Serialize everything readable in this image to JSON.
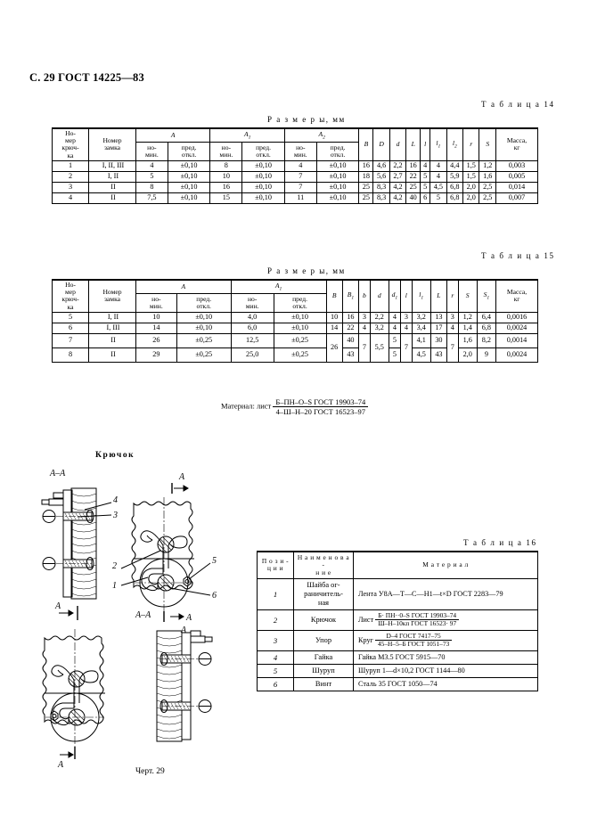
{
  "page": {
    "header": "С. 29 ГОСТ 14225—83",
    "figure_caption": "Черт. 29",
    "drawing_title": "Крючок",
    "section_label_aa": "А–А",
    "arrow_label_a": "А"
  },
  "table14": {
    "caption": "Т а б л и ц а  14",
    "subtitle": "Р а з м е р ы,  мм",
    "group_headers": {
      "hook_no": "Но-\nмер\nкрюч-\nка",
      "hook_no_lines": [
        "Но-",
        "мер",
        "крюч-",
        "ка"
      ],
      "lock_no_lines": [
        "Номер",
        "замка"
      ],
      "A": "A",
      "A1": "A",
      "A1_sub": "1",
      "A2": "A",
      "A2_sub": "2",
      "nom_lines": [
        "но-",
        "мин."
      ],
      "dev_lines": [
        "пред.",
        "откл."
      ],
      "mass_lines": [
        "Масса,",
        "кг"
      ]
    },
    "columns": [
      "B",
      "D",
      "d",
      "L",
      "l",
      "l1",
      "l2",
      "r",
      "S"
    ],
    "rows": [
      {
        "hook": "1",
        "lock": "I, II, III",
        "a_nom": "4",
        "a_dev": "±0,10",
        "a1_nom": "8",
        "a1_dev": "±0,10",
        "a2_nom": "4",
        "a2_dev": "±0,10",
        "B": "16",
        "D": "4,6",
        "d": "2,2",
        "L": "16",
        "l": "4",
        "l1": "4",
        "l2": "4,4",
        "r": "1,5",
        "S": "1,2",
        "mass": "0,003"
      },
      {
        "hook": "2",
        "lock": "I, II",
        "a_nom": "5",
        "a_dev": "±0,10",
        "a1_nom": "10",
        "a1_dev": "±0,10",
        "a2_nom": "7",
        "a2_dev": "±0,10",
        "B": "18",
        "D": "5,6",
        "d": "2,7",
        "L": "22",
        "l": "5",
        "l1": "4",
        "l2": "5,9",
        "r": "1,5",
        "S": "1,6",
        "mass": "0,005"
      },
      {
        "hook": "3",
        "lock": "II",
        "a_nom": "8",
        "a_dev": "±0,10",
        "a1_nom": "16",
        "a1_dev": "±0,10",
        "a2_nom": "7",
        "a2_dev": "±0,10",
        "B": "25",
        "D": "8,3",
        "d": "4,2",
        "L": "25",
        "l": "5",
        "l1": "4,5",
        "l2": "6,8",
        "r": "2,0",
        "S": "2,5",
        "mass": "0,014"
      },
      {
        "hook": "4",
        "lock": "II",
        "a_nom": "7,5",
        "a_dev": "±0,10",
        "a1_nom": "15",
        "a1_dev": "±0,10",
        "a2_nom": "11",
        "a2_dev": "±0,10",
        "B": "25",
        "D": "8,3",
        "d": "4,2",
        "L": "40",
        "l": "6",
        "l1": "5",
        "l2": "6,8",
        "r": "2,0",
        "S": "2,5",
        "mass": "0,007"
      }
    ]
  },
  "table15": {
    "caption": "Т а б л и ц а  15",
    "subtitle": "Р а з м е р ы,  мм",
    "columns": [
      "B",
      "B1",
      "b",
      "d",
      "d1",
      "l",
      "l1",
      "L",
      "r",
      "S",
      "S1"
    ],
    "rows": [
      {
        "hook": "5",
        "lock": "I, II",
        "a_nom": "10",
        "a_dev": "±0,10",
        "a1_nom": "4,0",
        "a1_dev": "±0,10",
        "B": "10",
        "B1": "16",
        "b": "3",
        "d": "2,2",
        "d1": "4",
        "l": "3",
        "l1": "3,2",
        "L": "13",
        "r": "3",
        "S": "1,2",
        "S1": "6,4",
        "mass": "0,0016"
      },
      {
        "hook": "6",
        "lock": "I, III",
        "a_nom": "14",
        "a_dev": "±0,10",
        "a1_nom": "6,0",
        "a1_dev": "±0,10",
        "B": "14",
        "B1": "22",
        "b": "4",
        "d": "3,2",
        "d1": "4",
        "l": "4",
        "l1": "3,4",
        "L": "17",
        "r": "4",
        "S": "1,4",
        "S1": "6,8",
        "mass": "0,0024"
      },
      {
        "hook": "7",
        "lock": "II",
        "a_nom": "26",
        "a_dev": "±0,25",
        "a1_nom": "12,5",
        "a1_dev": "±0,25",
        "B": "26",
        "B1": "40",
        "b": "7",
        "d": "5,5",
        "d1": "5",
        "l": "7",
        "l1": "4,1",
        "L": "30",
        "r": "7",
        "S": "1,6",
        "S1": "8,2",
        "mass": "0,0014"
      },
      {
        "hook": "8",
        "lock": "II",
        "a_nom": "29",
        "a_dev": "±0,25",
        "a1_nom": "25,0",
        "a1_dev": "±0,25",
        "B": "",
        "B1": "43",
        "b": "",
        "d": "",
        "d1": "5",
        "l": "",
        "l1": "4,5",
        "L": "43",
        "r": "",
        "S": "2,0",
        "S1": "9",
        "mass": "0,0024"
      }
    ],
    "material_note": {
      "label": "Материал: лист",
      "numerator": "Б–ПН–О–S   ГОСТ 19903–74",
      "denominator": "4–Ш–Н–20   ГОСТ   16523–97"
    }
  },
  "table16": {
    "caption": "Т а б л и ц а  16",
    "headers": {
      "pos_lines": [
        "П о з и -",
        "ц и и"
      ],
      "name_lines": [
        "Н а и м е н о в а -",
        "н и е"
      ],
      "material": "М а т е р и а л"
    },
    "rows": [
      {
        "pos": "1",
        "name": "Шайба ог-\nраничитель-\nная",
        "name_lines": [
          "Шайба ог-",
          "раничитель-",
          "ная"
        ],
        "material_type": "plain",
        "material": "Лента У8А—Т—С—Н1—t×D ГОСТ 2283—79"
      },
      {
        "pos": "2",
        "name_lines": [
          "Крючок"
        ],
        "material_type": "fraction",
        "prefix": "Лист",
        "num": "Б· ПН··0–S ГОСТ 19903–74",
        "den": "Ш–Н–10кп  ГОСТ 16523· 97"
      },
      {
        "pos": "3",
        "name_lines": [
          "Упор"
        ],
        "material_type": "fraction",
        "prefix": "Круг",
        "num": "D–4 ГОСТ 7417–75",
        "den": "45–Н–5–Б ГОСТ 1051–73"
      },
      {
        "pos": "4",
        "name_lines": [
          "Гайка"
        ],
        "material_type": "plain",
        "material": "Гайка М3.5 ГОСТ 5915—70"
      },
      {
        "pos": "5",
        "name_lines": [
          "Шуруп"
        ],
        "material_type": "plain",
        "material": "Шуруп 1—d×10,2 ГОСТ 1144—80"
      },
      {
        "pos": "6",
        "name_lines": [
          "Винт"
        ],
        "material_type": "plain",
        "material": "Сталь 35 ГОСТ 1050—74"
      }
    ]
  },
  "drawing_callouts": [
    "1",
    "2",
    "3",
    "4",
    "5",
    "6"
  ]
}
